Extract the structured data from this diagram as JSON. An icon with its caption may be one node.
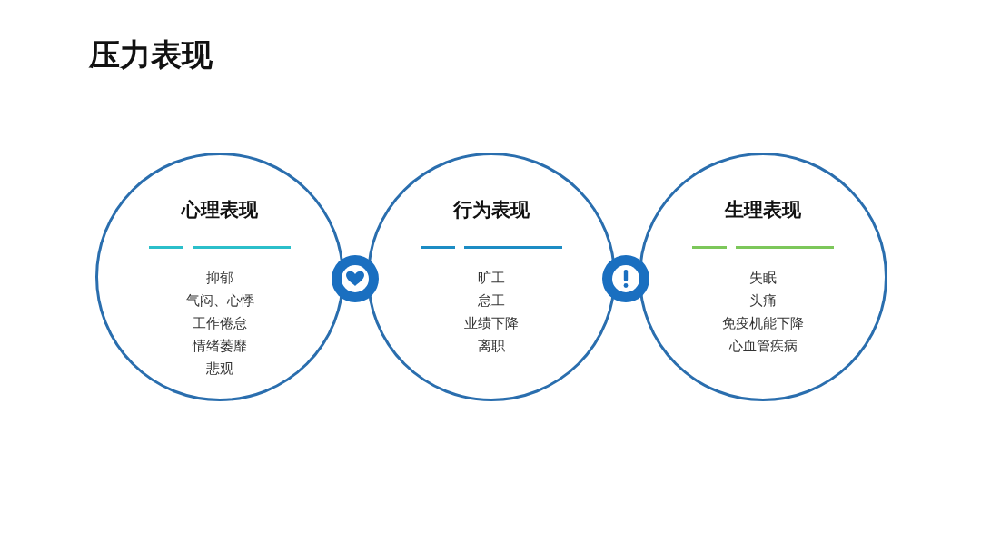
{
  "diagram": {
    "title": "压力表现",
    "nodes": [
      {
        "text": [
          "心理表现",
          "抑郁",
          "气闷、心悸",
          "工作倦怠",
          "情绪萎靡",
          "悲观"
        ]
      },
      {
        "text": [
          "行为表现",
          "旷工",
          "怠工",
          "业绩下降",
          "离职"
        ]
      },
      {
        "text": [
          "生理表现",
          "失眠",
          "头痛",
          "免疫机能下降",
          "心血管疾病"
        ]
      }
    ]
  }
}
